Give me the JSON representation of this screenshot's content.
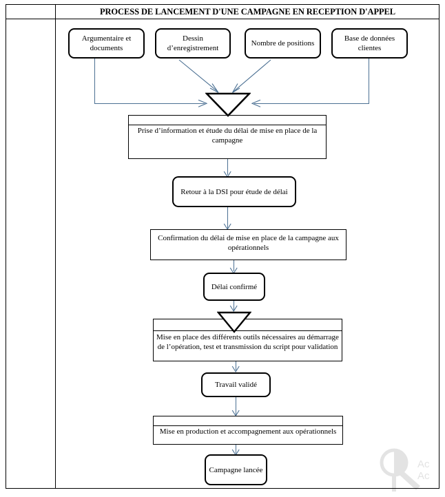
{
  "document": {
    "title": "PROCESS DE LANCEMENT D'UNE CAMPAGNE EN RECEPTION D'APPEL",
    "left_column_label": ""
  },
  "colors": {
    "connector": "#4a6f92",
    "node_border": "#000000",
    "text": "#000000",
    "background": "#ffffff",
    "watermark": "#e3e3e3"
  },
  "diagram": {
    "type": "flowchart",
    "orientation": "top-to-bottom",
    "inputs": [
      {
        "id": "in1",
        "label": "Argumentaire et documents",
        "shape": "rounded-rect"
      },
      {
        "id": "in2",
        "label": "Dessin d’enregistrement",
        "shape": "rounded-rect"
      },
      {
        "id": "in3",
        "label": "Nombre de positions",
        "shape": "rounded-rect"
      },
      {
        "id": "in4",
        "label": "Base de données clientes",
        "shape": "rounded-rect"
      }
    ],
    "steps": [
      {
        "id": "s1",
        "label": "Prise d’information et étude du délai de mise en place de la campagne",
        "shape": "rect"
      },
      {
        "id": "s2",
        "label": "Retour à la DSI pour étude de délai",
        "shape": "rounded-rect"
      },
      {
        "id": "s3",
        "label": "Confirmation du délai de mise en place de la campagne aux opérationnels",
        "shape": "rect"
      },
      {
        "id": "s4",
        "label": "Délai confirmé",
        "shape": "rounded-rect"
      },
      {
        "id": "s5",
        "label": "Mise en place des différents outils nécessaires au démarrage de l’opération, test et transmission du script pour validation",
        "shape": "rect"
      },
      {
        "id": "s6",
        "label": "Travail validé",
        "shape": "rounded-rect"
      },
      {
        "id": "s7",
        "label": "Mise en production et accompagnement aux opérationnels",
        "shape": "rect"
      },
      {
        "id": "s8",
        "label": "Campagne lancée",
        "shape": "rounded-rect"
      }
    ],
    "merge_points": [
      {
        "id": "m1",
        "shape": "down-triangle",
        "inputs": [
          "in1",
          "in2",
          "in3",
          "in4"
        ],
        "output": "s1"
      },
      {
        "id": "m2",
        "shape": "down-triangle",
        "inputs": [
          "s4"
        ],
        "output": "s5"
      }
    ],
    "edges": [
      {
        "from": "in1",
        "to": "m1",
        "style": "elbow-left"
      },
      {
        "from": "in2",
        "to": "m1",
        "style": "diagonal"
      },
      {
        "from": "in3",
        "to": "m1",
        "style": "diagonal"
      },
      {
        "from": "in4",
        "to": "m1",
        "style": "elbow-right"
      },
      {
        "from": "s1",
        "to": "s2",
        "style": "straight"
      },
      {
        "from": "s2",
        "to": "s3",
        "style": "straight"
      },
      {
        "from": "s3",
        "to": "s4",
        "style": "straight"
      },
      {
        "from": "s4",
        "to": "m2",
        "style": "straight"
      },
      {
        "from": "s5",
        "to": "s6",
        "style": "straight"
      },
      {
        "from": "s6",
        "to": "s7",
        "style": "straight"
      },
      {
        "from": "s7",
        "to": "s8",
        "style": "straight"
      }
    ]
  },
  "watermark": {
    "line1": "Ac",
    "line2": "Ac",
    "icon": "magnifier-icon"
  }
}
